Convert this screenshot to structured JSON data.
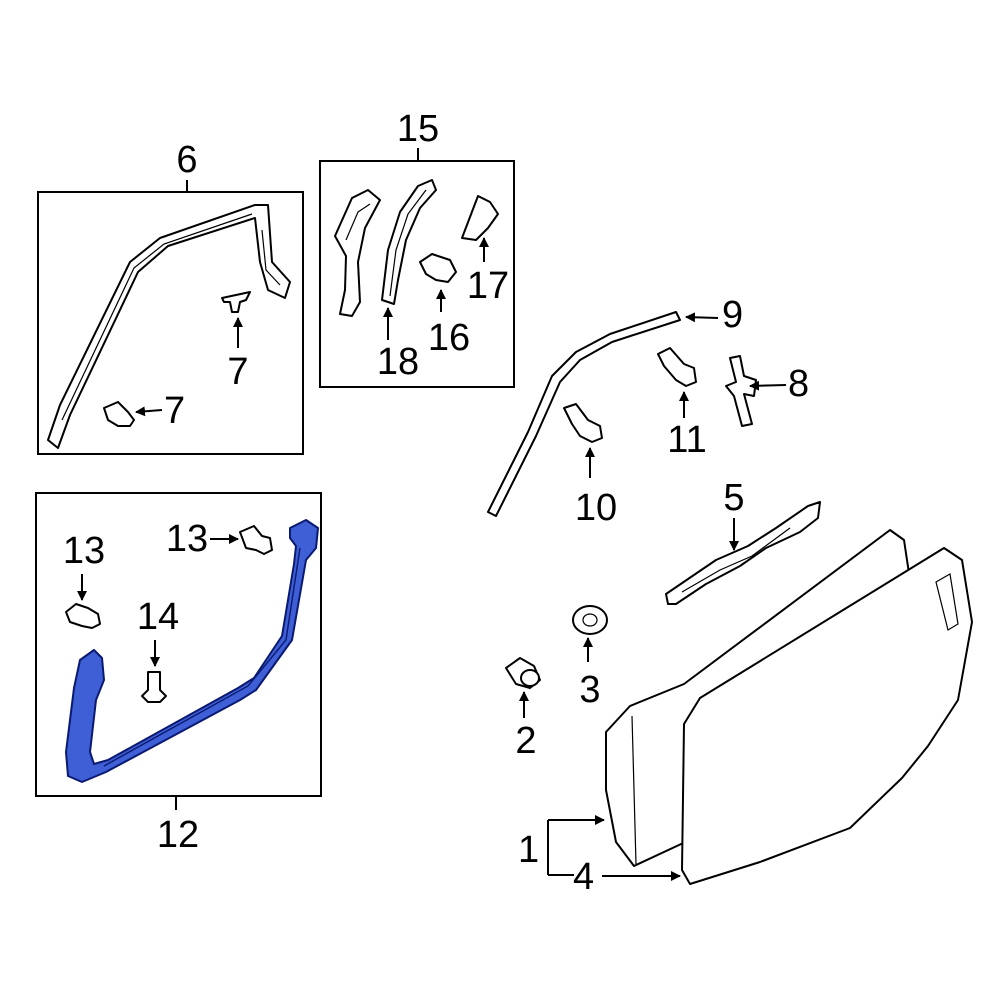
{
  "diagram": {
    "highlight_color": "#3f5fd6",
    "callouts": [
      "1",
      "2",
      "3",
      "4",
      "5",
      "6",
      "7",
      "7",
      "8",
      "9",
      "10",
      "11",
      "12",
      "13",
      "13",
      "14",
      "15",
      "16",
      "17",
      "18"
    ]
  }
}
